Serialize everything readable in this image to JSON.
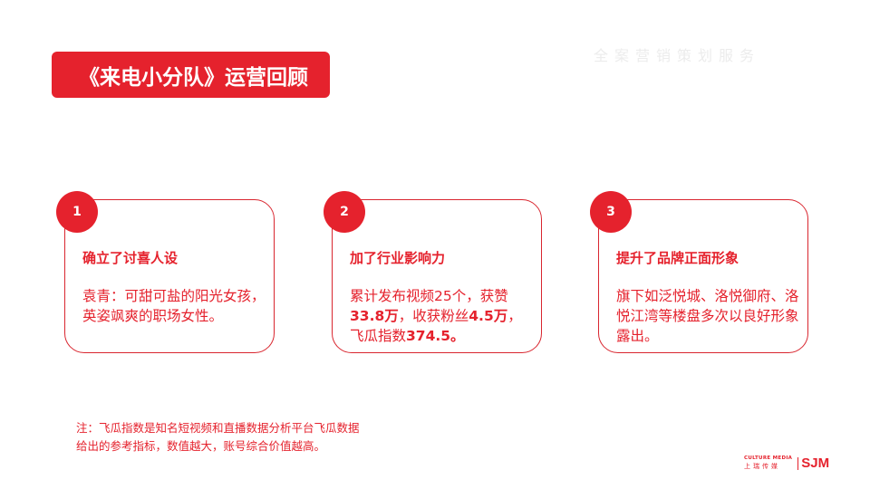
{
  "header": {
    "title": "《来电小分队》运营回顾",
    "watermark": "全案营销策划服务"
  },
  "cards": [
    {
      "number": "1",
      "heading": "确立了讨喜人设",
      "body": "袁青：可甜可盐的阳光女孩，英姿飒爽的职场女性。"
    },
    {
      "number": "2",
      "heading": "加了行业影响力",
      "body_parts": {
        "p1": "累计发布视频25个，获赞",
        "likes": "33.8万",
        "p2": "，收获粉丝",
        "fans": "4.5万",
        "p3": "，飞瓜指数",
        "index": "374.5",
        "p4": "。"
      }
    },
    {
      "number": "3",
      "heading": "提升了品牌正面形象",
      "body": "旗下如泛悦城、洛悦御府、洛悦江湾等楼盘多次以良好形象露出。"
    }
  ],
  "note": {
    "line1": "注：飞瓜指数是知名短视频和直播数据分析平台飞瓜数据",
    "line2": "给出的参考指标，数值越大，账号综合价值越高。"
  },
  "logo": {
    "en": "CULTURE MEDIA",
    "cn": "上瑞传媒",
    "mark": "SJM"
  },
  "colors": {
    "accent": "#e5222d",
    "watermark": "#ececec"
  }
}
